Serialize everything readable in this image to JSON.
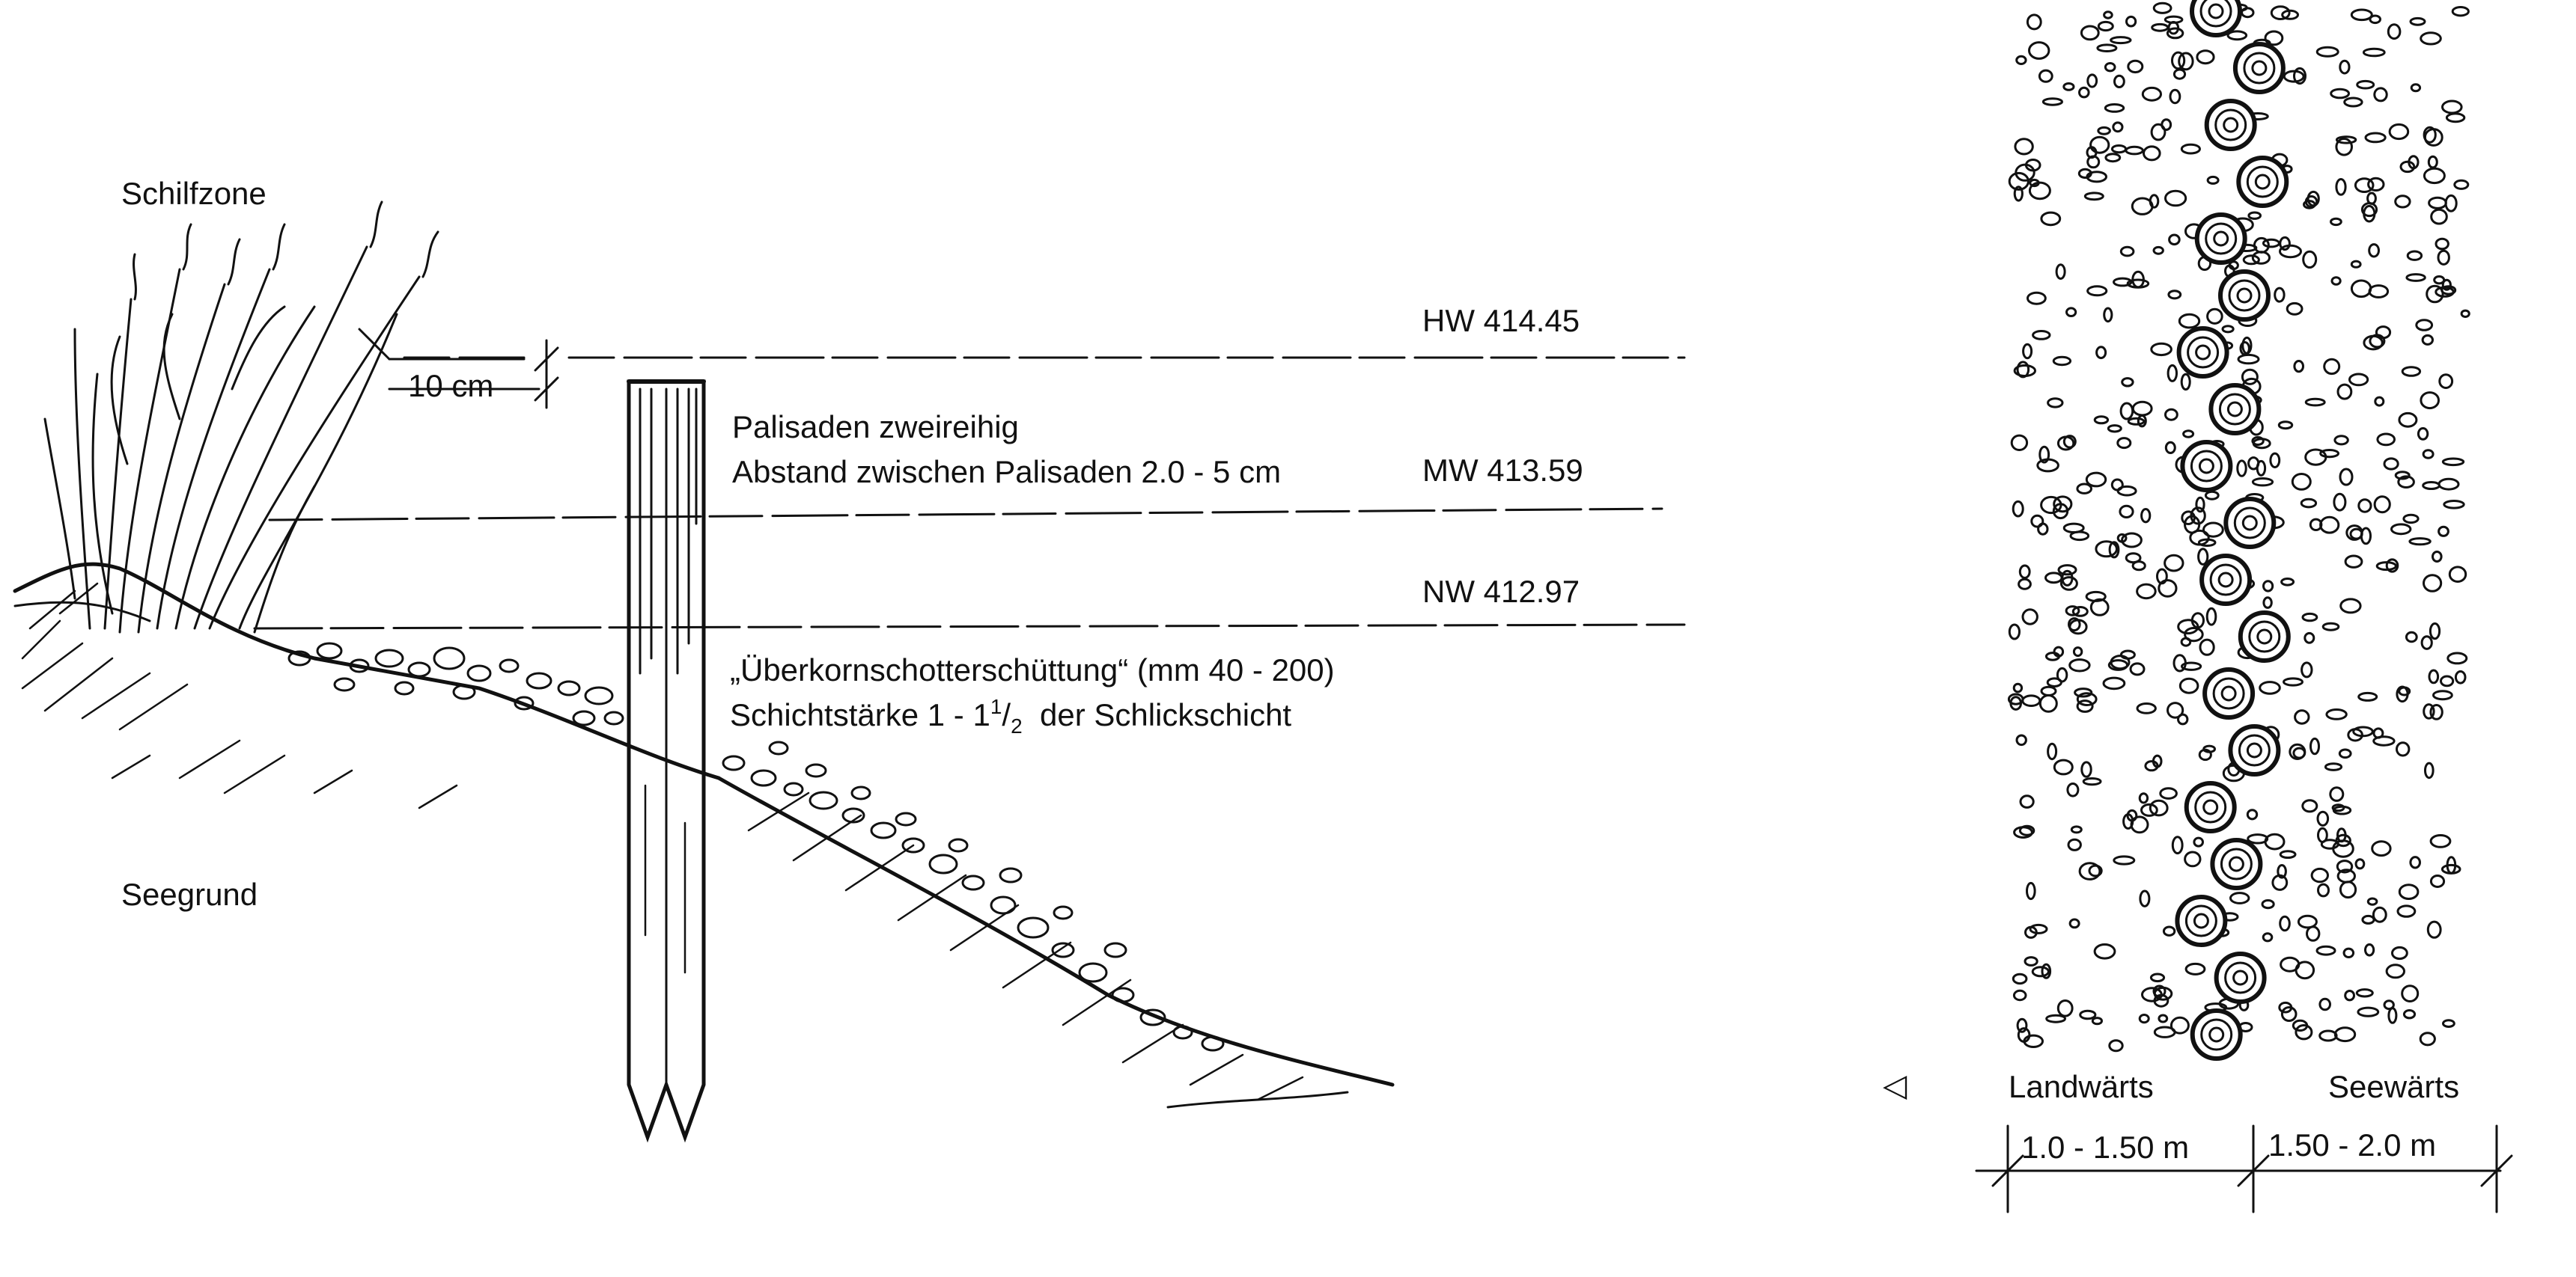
{
  "section": {
    "reed_zone": "Schilfzone",
    "lake_bed": "Seegrund",
    "freeboard": "10 cm"
  },
  "water_levels": [
    {
      "code": "HW",
      "value": "414.45",
      "label": "HW 414.45"
    },
    {
      "code": "MW",
      "value": "413.59",
      "label": "MW 413.59"
    },
    {
      "code": "NW",
      "value": "412.97",
      "label": "NW 412.97"
    }
  ],
  "palisade": {
    "line1": "Palisaden zweireihig",
    "line2": "Abstand zwischen Palisaden 2.0 - 5 cm"
  },
  "gravel": {
    "line1": "„Überkornschotterschüttung“ (mm 40 - 200)",
    "line2_prefix": "Schichtstärke 1 - 1",
    "line2_sup": "1",
    "line2_slash": "/",
    "line2_sub": "2",
    "line2_suffix": "  der Schlickschicht"
  },
  "plan": {
    "direction_marker": "◁",
    "landward": "Landwärts",
    "seaward": "Seewärts",
    "dim_landward": "1.0 - 1.50 m",
    "dim_seaward": "1.50 - 2.0 m"
  },
  "colors": {
    "ink": "#111111",
    "paper": "#ffffff"
  }
}
